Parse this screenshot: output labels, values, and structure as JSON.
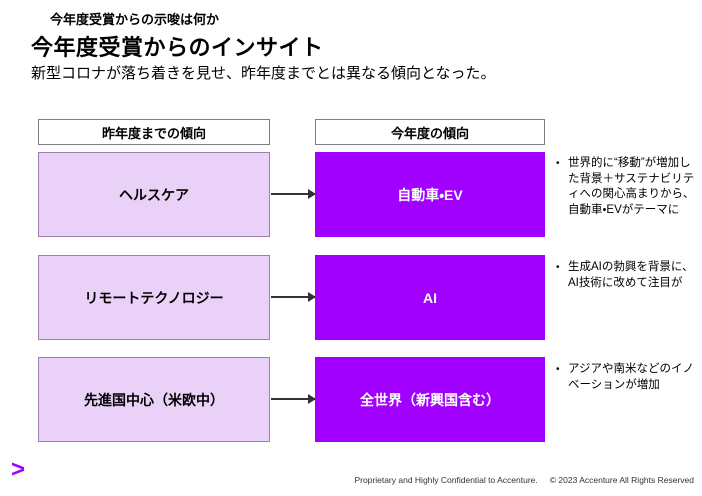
{
  "header": {
    "kicker": "今年度受賞からの示唆は何か",
    "title": "今年度受賞からのインサイト",
    "subtitle": "新型コロナが落ち着きを見せ、昨年度までとは異なる傾向となった。"
  },
  "columns": {
    "last_year_header": "昨年度までの傾向",
    "this_year_header": "今年度の傾向"
  },
  "rows": [
    {
      "left": "ヘルスケア",
      "right": "自動車・EV",
      "note": "世界的に“移動”が増加した背景＋サステナビリティへの関心高まりから、自動車・EVがテーマに"
    },
    {
      "left": "リモートテクノロジー",
      "right": "AI",
      "note": "生成AIの勃興を背景に、AI技術に改めて注目が"
    },
    {
      "left": "先進国中心（米欧中）",
      "right": "全世界（新興国含む）",
      "note": "アジアや南米などのイノベーションが増加"
    }
  ],
  "bullets": {
    "marker": "•"
  },
  "footer": {
    "logo_glyph": ">",
    "confidentiality": "Proprietary and Highly Confidential to Accenture.",
    "copyright": "© 2023 Accenture All Rights Reserved"
  },
  "colors": {
    "accent_purple": "#A100FF",
    "light_purple_fill": "#EAD1F8",
    "light_purple_border": "#9E7FB0",
    "header_box_border": "#808080"
  }
}
